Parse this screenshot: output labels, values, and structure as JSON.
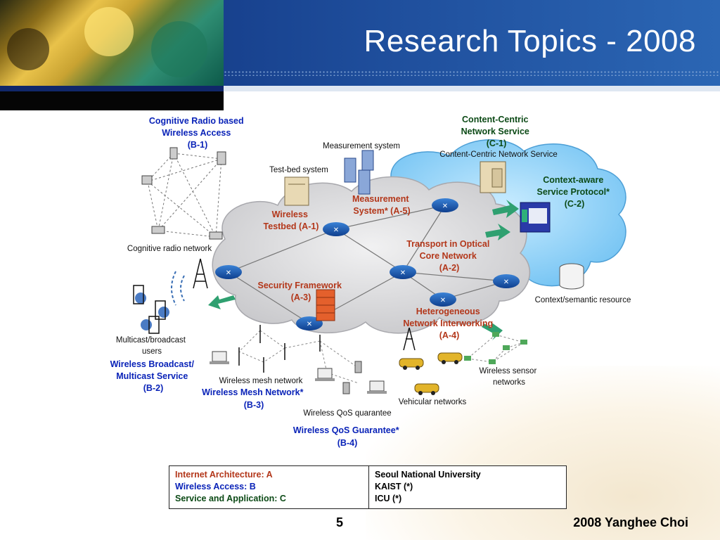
{
  "slide": {
    "title": "Research Topics - 2008",
    "page_number": "5",
    "author": "2008 Yanghee Choi"
  },
  "diagram": {
    "labels": {
      "cognitive_radio_access": [
        "Cognitive Radio based",
        "Wireless Access",
        "(B-1)"
      ],
      "cognitive_radio_network": "Cognitive radio network",
      "measurement_system": "Measurement system",
      "testbed_system": "Test-bed system",
      "measurement_topic": [
        "Measurement",
        "System* (A-5)"
      ],
      "wireless_testbed": [
        "Wireless",
        "Testbed (A-1)"
      ],
      "content_centric_service": [
        "Content-Centric",
        "Network Service",
        "(C-1)"
      ],
      "content_centric_small": "Content-Centric Network Service",
      "context_aware": [
        "Context-aware",
        "Service Protocol*",
        "(C-2)"
      ],
      "transport_optical": [
        "Transport in Optical",
        "Core Network",
        "(A-2)"
      ],
      "context_semantic": "Context/semantic resource",
      "security_framework": [
        "Security Framework",
        "(A-3)"
      ],
      "heterogeneous": [
        "Heterogeneous",
        "Network Interworking",
        "(A-4)"
      ],
      "multicast_users": [
        "Multicast/broadcast",
        "users"
      ],
      "wireless_broadcast": [
        "Wireless Broadcast/",
        "Multicast Service",
        "(B-2)"
      ],
      "wireless_mesh_small": "Wireless mesh network",
      "wireless_mesh": [
        "Wireless Mesh Network*",
        "(B-3)"
      ],
      "wireless_sensor": [
        "Wireless sensor",
        "networks"
      ],
      "vehicular": "Vehicular networks",
      "qos_small": "Wireless QoS quarantee",
      "qos": [
        "Wireless QoS Guarantee*",
        "(B-4)"
      ]
    }
  },
  "legend": {
    "left": [
      "Internet Architecture: A",
      "Wireless Access: B",
      "Service and Application: C"
    ],
    "right": [
      "Seoul National University",
      "KAIST (*)",
      "ICU (*)"
    ]
  },
  "colors": {
    "header_blue": "#1f4f9d",
    "topic_red": "#b3371a",
    "topic_blue": "#0a23b8",
    "topic_green": "#0c4a16",
    "cloud_gray": "#d9d9db",
    "cloud_blue": "#8fd0f7"
  }
}
